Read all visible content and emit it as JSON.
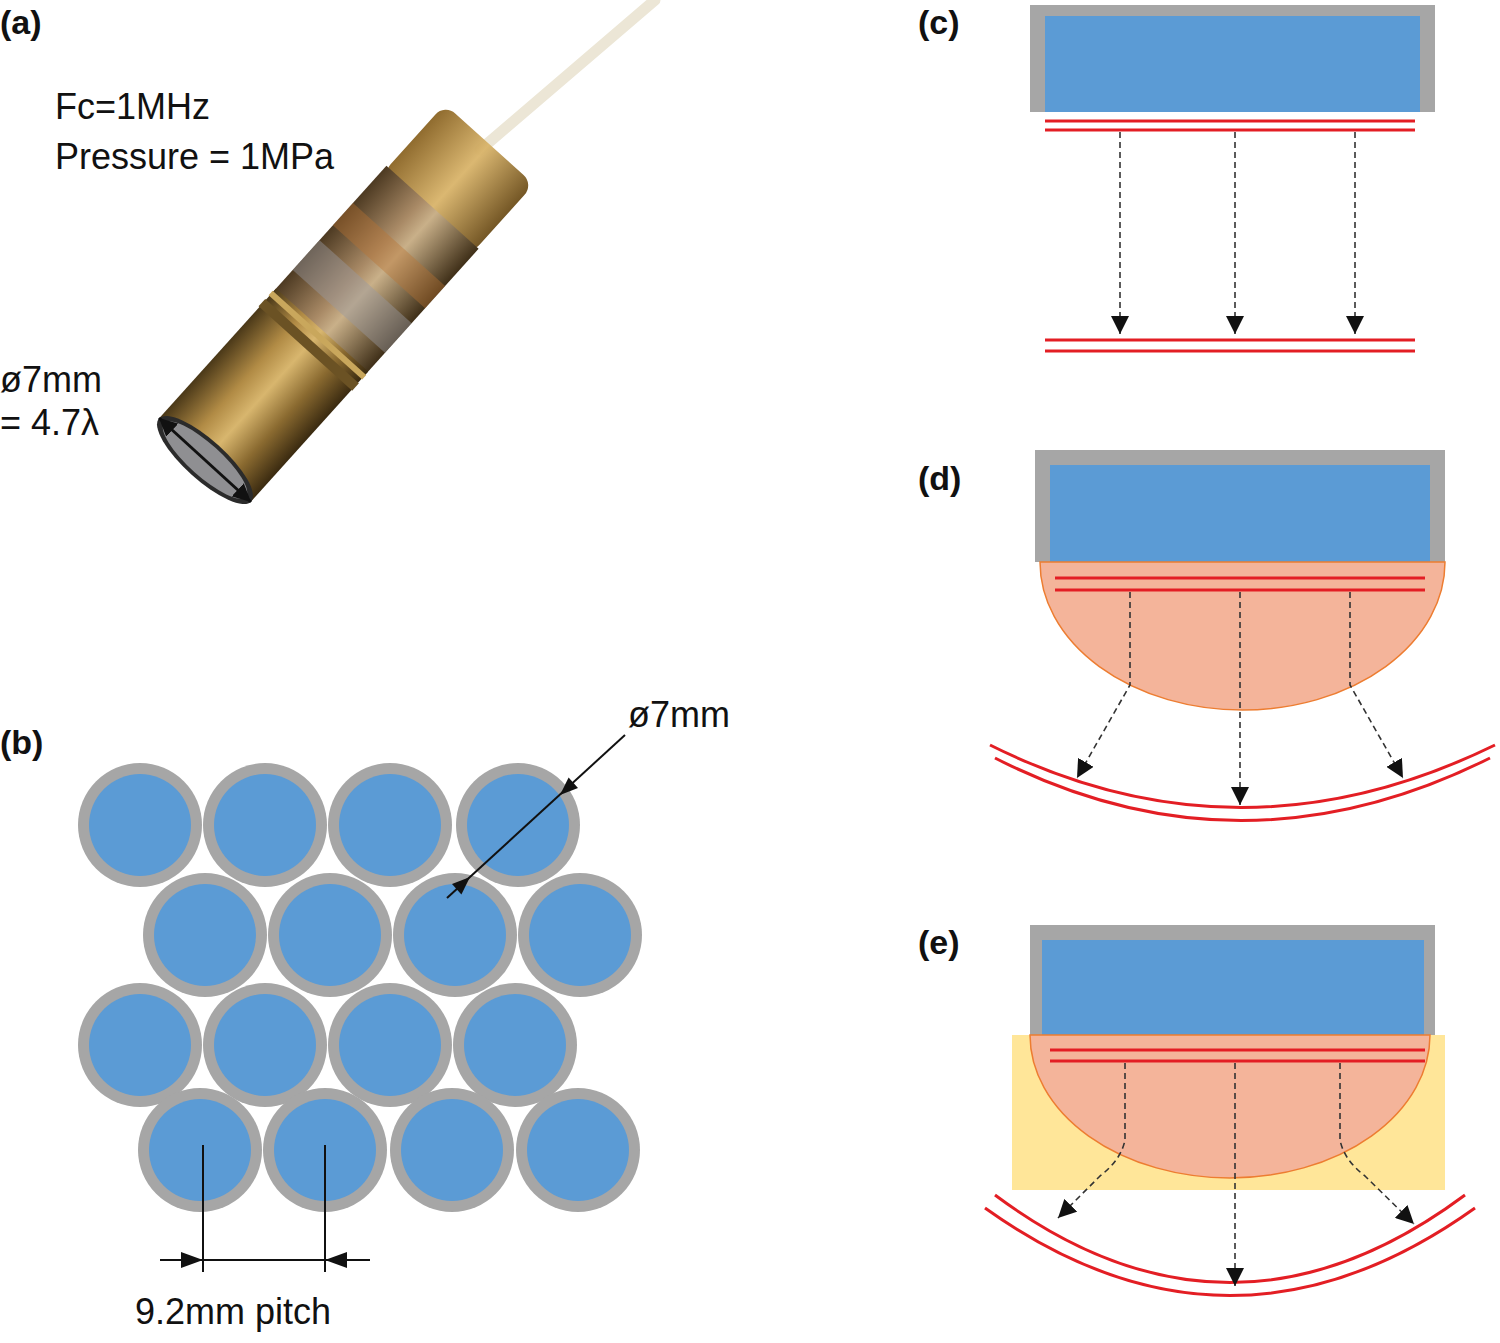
{
  "diagram": {
    "labels": [
      "(a)",
      "Fc=1MHz",
      "Pressure = 1MPa",
      "ø7mm = 4.7λ",
      "(b)",
      "ø7mm",
      "9.2mm pitch",
      "(c)",
      "(d)",
      "(e)"
    ]
  }
}
